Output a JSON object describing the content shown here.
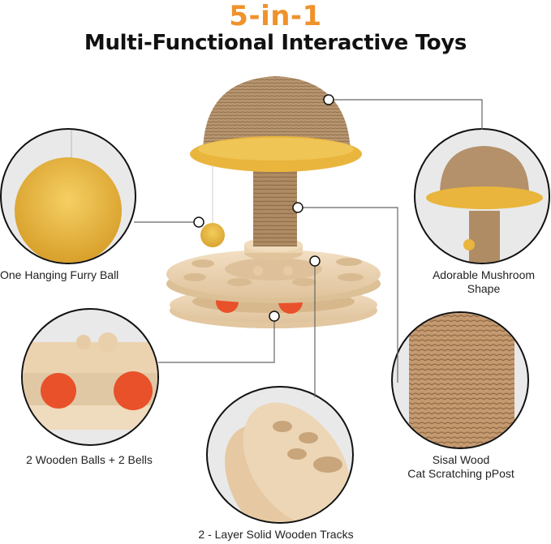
{
  "header": {
    "highlight": "5-in-1",
    "title": "Multi-Functional Interactive Toys",
    "highlight_color": "#f0922b"
  },
  "features": [
    {
      "id": "furry-ball",
      "label": "One Hanging Furry Ball"
    },
    {
      "id": "mushroom",
      "label_line1": "Adorable Mushroom",
      "label_line2": "Shape"
    },
    {
      "id": "balls-bells",
      "label": "2 Wooden Balls + 2 Bells"
    },
    {
      "id": "sisal-post",
      "label_line1": "Sisal Wood",
      "label_line2": "Cat Scratching pPost"
    },
    {
      "id": "tracks",
      "label": "2 - Layer Solid Wooden Tracks"
    }
  ],
  "colors": {
    "sisal": "#b4916a",
    "plush": "#e9b53c",
    "wood": "#ecd3b0",
    "bell": "#e8512a",
    "line": "#666666"
  }
}
